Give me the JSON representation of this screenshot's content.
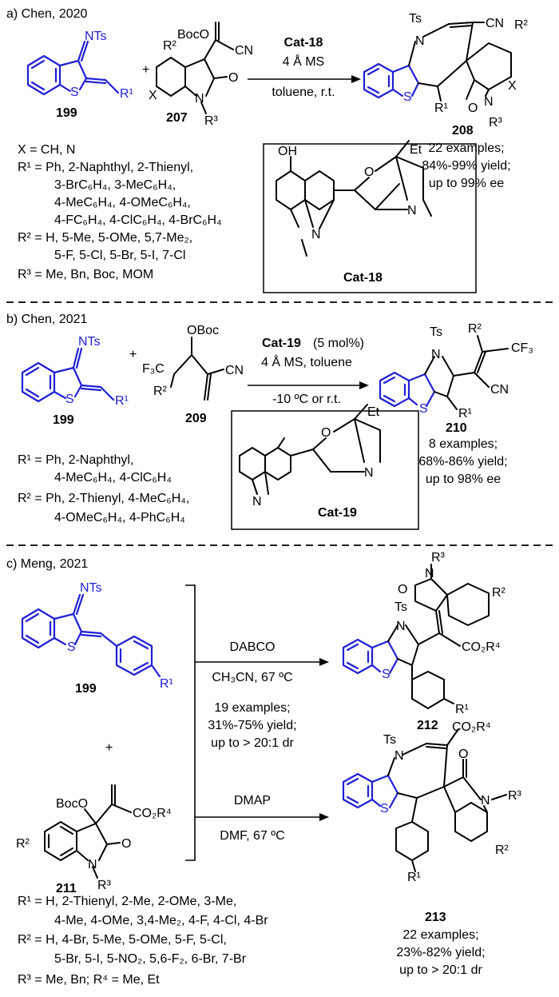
{
  "panel_a": {
    "title": "a) Chen, 2020",
    "reagent_199_label": "199",
    "reagent_207_label": "207",
    "product_208_label": "208",
    "catalyst": "Cat-18",
    "conditions_1": "4 Å MS",
    "conditions_2": "toluene, r.t.",
    "results": [
      "22 examples;",
      "84%-99% yield;",
      "up to 99% ee"
    ],
    "x_def": "X = CH, N",
    "r1_def": [
      "R¹ = Ph, 2-Naphthyl, 2-Thienyl,",
      "3-BrC₆H₄, 3-MeC₆H₄,",
      "4-MeC₆H₄, 4-OMeC₆H₄,",
      "4-FC₆H₄, 4-ClC₆H₄, 4-BrC₆H₄"
    ],
    "r2_def": [
      "R² = H, 5-Me, 5-OMe, 5,7-Me₂,",
      "5-F, 5-Cl, 5-Br, 5-I, 7-Cl"
    ],
    "r3_def": "R³ = Me, Bn, Boc, MOM",
    "catalyst_box_label": "Cat-18"
  },
  "panel_b": {
    "title": "b) Chen, 2021",
    "reagent_199_label": "199",
    "reagent_209_label": "209",
    "product_210_label": "210",
    "catalyst": "Cat-19",
    "catalyst_loading": "(5 mol%)",
    "conditions_1": "4 Å MS, toluene",
    "conditions_2": "-10 ºC or r.t.",
    "results": [
      "8 examples;",
      "68%-86% yield;",
      "up to 98% ee"
    ],
    "r1_def": [
      "R¹ = Ph, 2-Naphthyl,",
      "4-MeC₆H₄, 4-ClC₆H₄"
    ],
    "r2_def": [
      "R² = Ph, 2-Thienyl, 4-MeC₆H₄,",
      "4-OMeC₆H₄, 4-PhC₆H₄"
    ],
    "catalyst_box_label": "Cat-19"
  },
  "panel_c": {
    "title": "c) Meng, 2021",
    "reagent_199_label": "199",
    "reagent_211_label": "211",
    "product_212_label": "212",
    "product_213_label": "213",
    "upper_reagent": "DABCO",
    "upper_conditions": "CH₃CN, 67 ºC",
    "upper_results": [
      "19 examples;",
      "31%-75% yield;",
      "up to > 20:1 dr"
    ],
    "lower_reagent": "DMAP",
    "lower_conditions": "DMF, 67 ºC",
    "lower_results": [
      "22 examples;",
      "23%-82% yield;",
      "up to > 20:1 dr"
    ],
    "r1_def": [
      "R¹ = H, 2-Thienyl, 2-Me, 2-OMe, 3-Me,",
      "4-Me, 4-OMe, 3,4-Me₂, 4-F, 4-Cl, 4-Br"
    ],
    "r2_def": [
      "R² = H, 4-Br, 5-Me, 5-OMe, 5-F, 5-Cl,",
      "5-Br, 5-I, 5-NO₂, 5,6-F₂, 6-Br, 7-Br"
    ],
    "r3_def": "R³ = Me, Bn; R⁴ = Me, Et"
  },
  "atoms": {
    "nts": "NTs",
    "ts": "Ts",
    "s": "S",
    "n": "N",
    "o": "O",
    "x": "X",
    "cn": "CN",
    "boco": "BocO",
    "oboc": "OBoc",
    "oh": "OH",
    "et": "Et",
    "f3c": "F₃C",
    "cf3": "CF₃",
    "co2r4": "CO₂R⁴",
    "r1": "R¹",
    "r2": "R²",
    "r3": "R³"
  }
}
